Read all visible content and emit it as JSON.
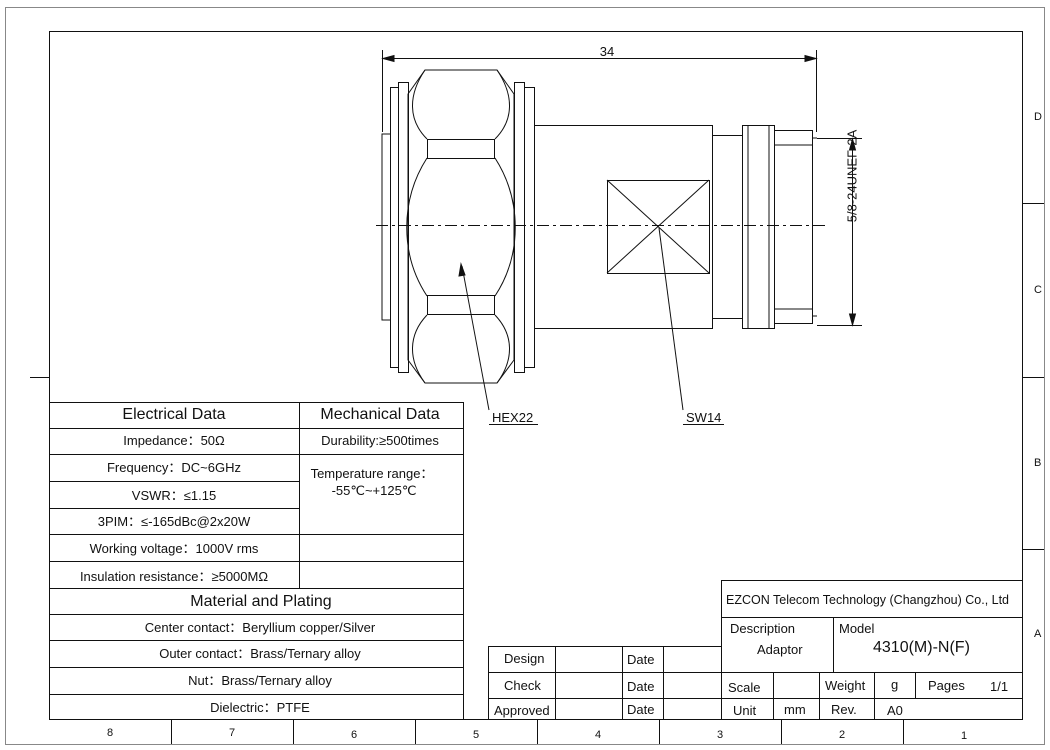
{
  "drawing": {
    "dimension_length": "34",
    "thread_label": "5/8-24UNEF-2A",
    "callouts": {
      "hex": "HEX22",
      "sw": "SW14"
    }
  },
  "zones": {
    "columns": [
      "8",
      "7",
      "6",
      "5",
      "4",
      "3",
      "2",
      "1"
    ],
    "rows": [
      "D",
      "C",
      "B",
      "A"
    ]
  },
  "electrical": {
    "header": "Electrical Data",
    "impedance": "Impedance：50Ω",
    "frequency": "Frequency：DC~6GHz",
    "vswr": "VSWR：≤1.15",
    "pim": "3PIM：≤-165dBc@2x20W",
    "working_voltage": "Working voltage：1000V rms",
    "insulation": "Insulation resistance：≥5000MΩ"
  },
  "mechanical": {
    "header": "Mechanical Data",
    "durability": "Durability:≥500times",
    "temp_label": "Temperature range：",
    "temp_value": "-55℃~+125℃"
  },
  "material": {
    "header": "Material and Plating",
    "center": "Center contact：Beryllium copper/Silver",
    "outer": "Outer contact：Brass/Ternary alloy",
    "nut": "Nut：Brass/Ternary alloy",
    "dielectric": "Dielectric：PTFE"
  },
  "titleblock": {
    "company": "EZCON Telecom Technology (Changzhou) Co., Ltd",
    "description_label": "Description",
    "description": "Adaptor",
    "model_label": "Model",
    "model": "4310(M)-N(F)",
    "design": "Design",
    "check": "Check",
    "approved": "Approved",
    "date": "Date",
    "scale": "Scale",
    "weight": "Weight",
    "weight_unit": "g",
    "pages": "Pages",
    "pages_value": "1/1",
    "unit": "Unit",
    "unit_value": "mm",
    "rev": "Rev.",
    "rev_value": "A0"
  }
}
